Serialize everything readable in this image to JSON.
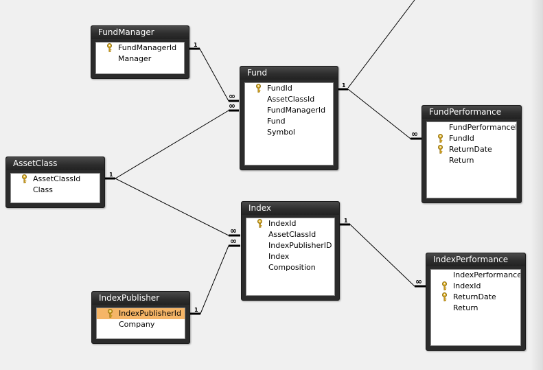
{
  "colors": {
    "background": "#f0f0f0",
    "table_frame": "#2b2b2b",
    "selected_row": "#f5b567"
  },
  "tables": {
    "fund_manager": {
      "title": "FundManager",
      "fields": [
        {
          "name": "FundManagerId",
          "key": true
        },
        {
          "name": "Manager",
          "key": false
        }
      ]
    },
    "fund": {
      "title": "Fund",
      "fields": [
        {
          "name": "FundId",
          "key": true
        },
        {
          "name": "AssetClassId",
          "key": false
        },
        {
          "name": "FundManagerId",
          "key": false
        },
        {
          "name": "Fund",
          "key": false
        },
        {
          "name": "Symbol",
          "key": false
        }
      ]
    },
    "fund_performance": {
      "title": "FundPerformance",
      "fields": [
        {
          "name": "FundPerformanceId",
          "key": false
        },
        {
          "name": "FundId",
          "key": true
        },
        {
          "name": "ReturnDate",
          "key": true
        },
        {
          "name": "Return",
          "key": false
        }
      ]
    },
    "asset_class": {
      "title": "AssetClass",
      "fields": [
        {
          "name": "AssetClassId",
          "key": true
        },
        {
          "name": "Class",
          "key": false
        }
      ]
    },
    "index": {
      "title": "Index",
      "fields": [
        {
          "name": "IndexId",
          "key": true
        },
        {
          "name": "AssetClassId",
          "key": false
        },
        {
          "name": "IndexPublisherID",
          "key": false
        },
        {
          "name": "Index",
          "key": false
        },
        {
          "name": "Composition",
          "key": false
        }
      ]
    },
    "index_performance": {
      "title": "IndexPerformance",
      "fields": [
        {
          "name": "IndexPerformanceId",
          "key": false
        },
        {
          "name": "IndexId",
          "key": true
        },
        {
          "name": "ReturnDate",
          "key": true
        },
        {
          "name": "Return",
          "key": false
        }
      ]
    },
    "index_publisher": {
      "title": "IndexPublisher",
      "fields": [
        {
          "name": "IndexPublisherId",
          "key": true,
          "selected": true
        },
        {
          "name": "Company",
          "key": false
        }
      ]
    }
  },
  "relationships": {
    "one_label": "1",
    "many_label": "∞"
  }
}
